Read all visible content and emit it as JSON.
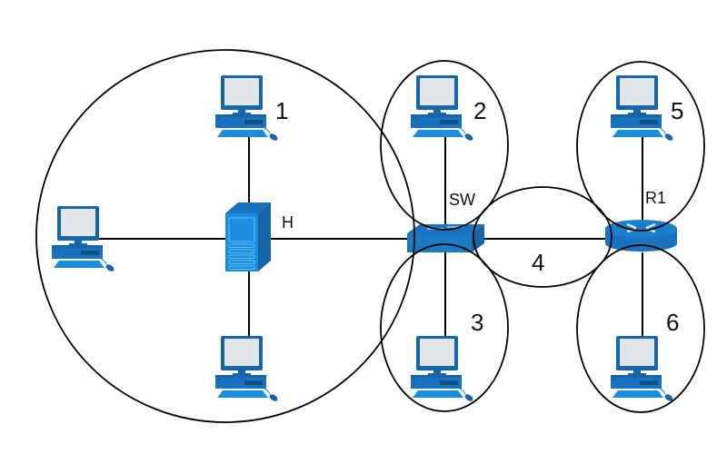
{
  "diagram": {
    "type": "network-collision-broadcast-domains",
    "colors": {
      "device_dark": "#1565a8",
      "device_mid": "#1a72bf",
      "device_light": "#1b8de0",
      "screen": "#e3e6e8",
      "line": "#000000"
    },
    "nodes": [
      {
        "id": "hub",
        "kind": "server",
        "label": "H"
      },
      {
        "id": "switch",
        "kind": "switch",
        "label": "SW"
      },
      {
        "id": "router",
        "kind": "router",
        "label": "R1"
      },
      {
        "id": "pc-hub-top",
        "kind": "pc",
        "label": ""
      },
      {
        "id": "pc-hub-left",
        "kind": "pc",
        "label": ""
      },
      {
        "id": "pc-hub-bottom",
        "kind": "pc",
        "label": ""
      },
      {
        "id": "pc-sw-top",
        "kind": "pc",
        "label": ""
      },
      {
        "id": "pc-sw-bottom",
        "kind": "pc",
        "label": ""
      },
      {
        "id": "pc-r1-top",
        "kind": "pc",
        "label": ""
      },
      {
        "id": "pc-r1-bottom",
        "kind": "pc",
        "label": ""
      }
    ],
    "links": [
      {
        "from": "hub",
        "to": "pc-hub-top"
      },
      {
        "from": "hub",
        "to": "pc-hub-left"
      },
      {
        "from": "hub",
        "to": "pc-hub-bottom"
      },
      {
        "from": "hub",
        "to": "switch"
      },
      {
        "from": "switch",
        "to": "pc-sw-top"
      },
      {
        "from": "switch",
        "to": "pc-sw-bottom"
      },
      {
        "from": "switch",
        "to": "router"
      },
      {
        "from": "router",
        "to": "pc-r1-top"
      },
      {
        "from": "router",
        "to": "pc-r1-bottom"
      }
    ],
    "domains": [
      {
        "id": "1",
        "label": "1"
      },
      {
        "id": "2",
        "label": "2"
      },
      {
        "id": "3",
        "label": "3"
      },
      {
        "id": "4",
        "label": "4"
      },
      {
        "id": "5",
        "label": "5"
      },
      {
        "id": "6",
        "label": "6"
      }
    ]
  }
}
